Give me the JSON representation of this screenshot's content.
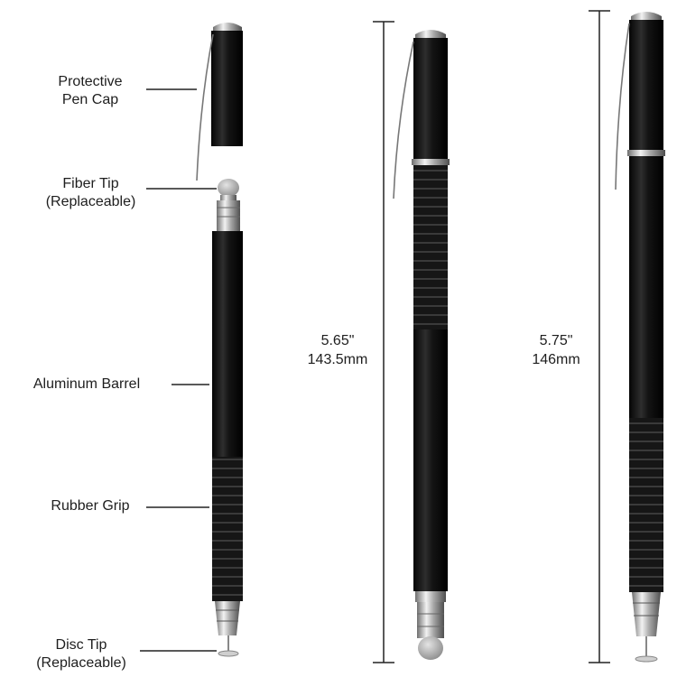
{
  "labels": {
    "cap": [
      "Protective",
      "Pen Cap"
    ],
    "fiber_tip": [
      "Fiber Tip",
      "(Replaceable)"
    ],
    "barrel": [
      "Aluminum Barrel"
    ],
    "grip": [
      "Rubber Grip"
    ],
    "disc_tip": [
      "Disc Tip",
      "(Replaceable)"
    ]
  },
  "dimensions": {
    "pen_capped": {
      "inches": "5.65\"",
      "mm": "143.5mm"
    },
    "pen_posted": {
      "inches": "5.75\"",
      "mm": "146mm"
    }
  },
  "colors": {
    "pen_body": "#111111",
    "chrome": "#bfbfbf",
    "grip": "#1a1a1a",
    "fiber": "#b8b8b8",
    "line": "#222222"
  }
}
